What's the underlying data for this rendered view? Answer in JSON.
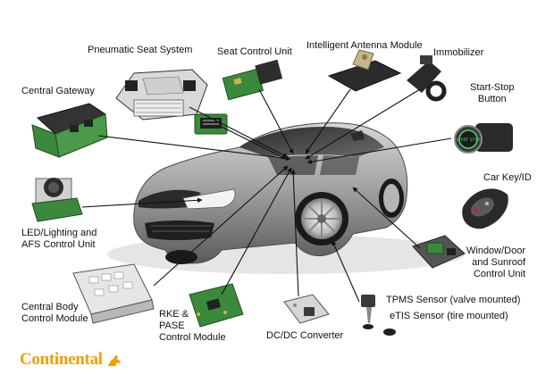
{
  "diagram": {
    "labels": {
      "pneumatic_seat": [
        "Pneumatic Seat System"
      ],
      "seat_control": [
        "Seat Control Unit"
      ],
      "antenna": [
        "Intelligent Antenna Module"
      ],
      "immobilizer": [
        "Immobilizer"
      ],
      "start_stop": [
        "Start-Stop",
        "Button"
      ],
      "central_gateway": [
        "Central Gateway"
      ],
      "car_key": [
        "Car Key/ID"
      ],
      "led_lighting": [
        "LED/Lighting and",
        "AFS Control Unit"
      ],
      "window_door": [
        "Window/Door",
        "and Sunroof",
        "Control Unit"
      ],
      "central_body": [
        "Central Body",
        "Control Module"
      ],
      "rke_pase": [
        "RKE &",
        "PASE",
        "Control Module"
      ],
      "dcdc": [
        "DC/DC Converter"
      ],
      "tpms": [
        "TPMS Sensor (valve mounted)"
      ],
      "etis": [
        "eTIS Sensor (tire mounted)"
      ]
    },
    "start_button_text": "START STOP",
    "brand": "Continental"
  },
  "colors": {
    "brand": "#f0a000",
    "car_body": "#8e8e8e",
    "pcb_green": "#3b8a3b",
    "arrow": "#111111"
  }
}
